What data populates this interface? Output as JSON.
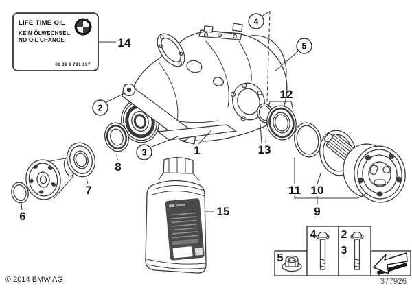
{
  "diagram": {
    "copyright": "© 2014 BMW AG",
    "plate_number": "377926"
  },
  "oil_spec_label": {
    "title": "LIFE-TIME-OIL",
    "line_de": "KEIN ÖLWECHSEL",
    "line_en": "NO OIL CHANGE",
    "part_code": "01 39 9 791 197",
    "logo": "bmw-roundel"
  },
  "callouts": {
    "n1": "1",
    "n2": "2",
    "n3": "3",
    "n4": "4",
    "n5": "5",
    "n6": "6",
    "n7": "7",
    "n8": "8",
    "n9": "9",
    "n10": "10",
    "n11": "11",
    "n12": "12",
    "n13": "13",
    "n14": "14",
    "n15": "15"
  },
  "colors": {
    "line": "#3a3a3a",
    "text": "#111111",
    "bottle_label_fill": "#4a4a4a",
    "plate_number_color": "#4d4d4d"
  }
}
